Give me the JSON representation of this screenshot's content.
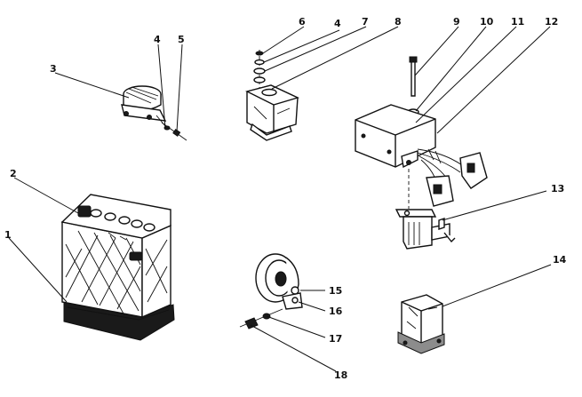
{
  "callouts": [
    {
      "id": "1",
      "text": "1"
    },
    {
      "id": "2",
      "text": "2"
    },
    {
      "id": "3",
      "text": "3"
    },
    {
      "id": "4a",
      "text": "4"
    },
    {
      "id": "5",
      "text": "5"
    },
    {
      "id": "6",
      "text": "6"
    },
    {
      "id": "4b",
      "text": "4"
    },
    {
      "id": "7",
      "text": "7"
    },
    {
      "id": "8",
      "text": "8"
    },
    {
      "id": "9",
      "text": "9"
    },
    {
      "id": "10",
      "text": "10"
    },
    {
      "id": "11",
      "text": "11"
    },
    {
      "id": "12",
      "text": "12"
    },
    {
      "id": "13",
      "text": "13"
    },
    {
      "id": "14",
      "text": "14"
    },
    {
      "id": "15",
      "text": "15"
    },
    {
      "id": "16",
      "text": "16"
    },
    {
      "id": "17",
      "text": "17"
    },
    {
      "id": "18",
      "text": "18"
    }
  ],
  "colors": {
    "ink": "#111111",
    "paper": "#ffffff",
    "shade": "#8c8c8c"
  }
}
